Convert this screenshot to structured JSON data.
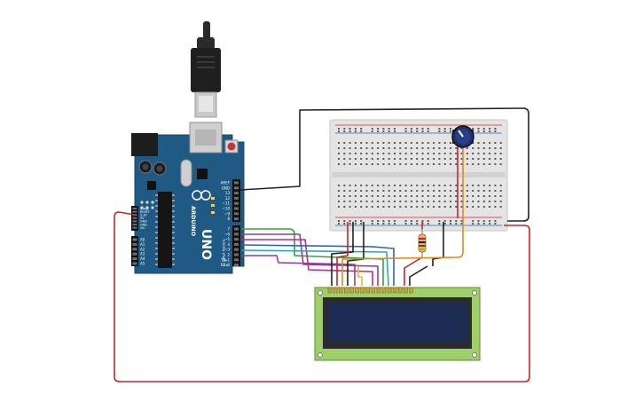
{
  "arduino": {
    "brand": "ARDUINO",
    "model": "UNO",
    "color": "#1f5a85",
    "header_top": [
      "AREF",
      "GND",
      "13",
      "12",
      "~11",
      "~10",
      "~9",
      "8"
    ],
    "header_bottom": [
      "7",
      "~6",
      "~5",
      "4",
      "~3",
      "2",
      "TX▸1",
      "RX◂0"
    ],
    "power_pins": [
      "IOREF",
      "RESET",
      "3.3V",
      "5V",
      "GND",
      "GND",
      "Vin"
    ],
    "analog_pins": [
      "A0",
      "A1",
      "A2",
      "A3",
      "A4",
      "A5"
    ],
    "header_top_label": "",
    "digital_label": "DIGITAL (PWM ~)",
    "power_label": "POWER",
    "analog_label": "ANALOG IN"
  },
  "breadboard": {
    "color": "#e4e4e4"
  },
  "lcd": {
    "pcb_color": "#9fcf6a",
    "screen_color": "#1c2b52"
  },
  "wires": {
    "colors": {
      "black": "#222222",
      "red": "#c8252a",
      "orange": "#e8871e",
      "green": "#36a33a",
      "purple": "#8e3d9c",
      "magenta": "#c4298e",
      "blue": "#2b63b6",
      "cyan": "#25a6c8",
      "yellow": "#e0c020"
    }
  },
  "potentiometer": {
    "knob_color": "#1e2f6e"
  }
}
